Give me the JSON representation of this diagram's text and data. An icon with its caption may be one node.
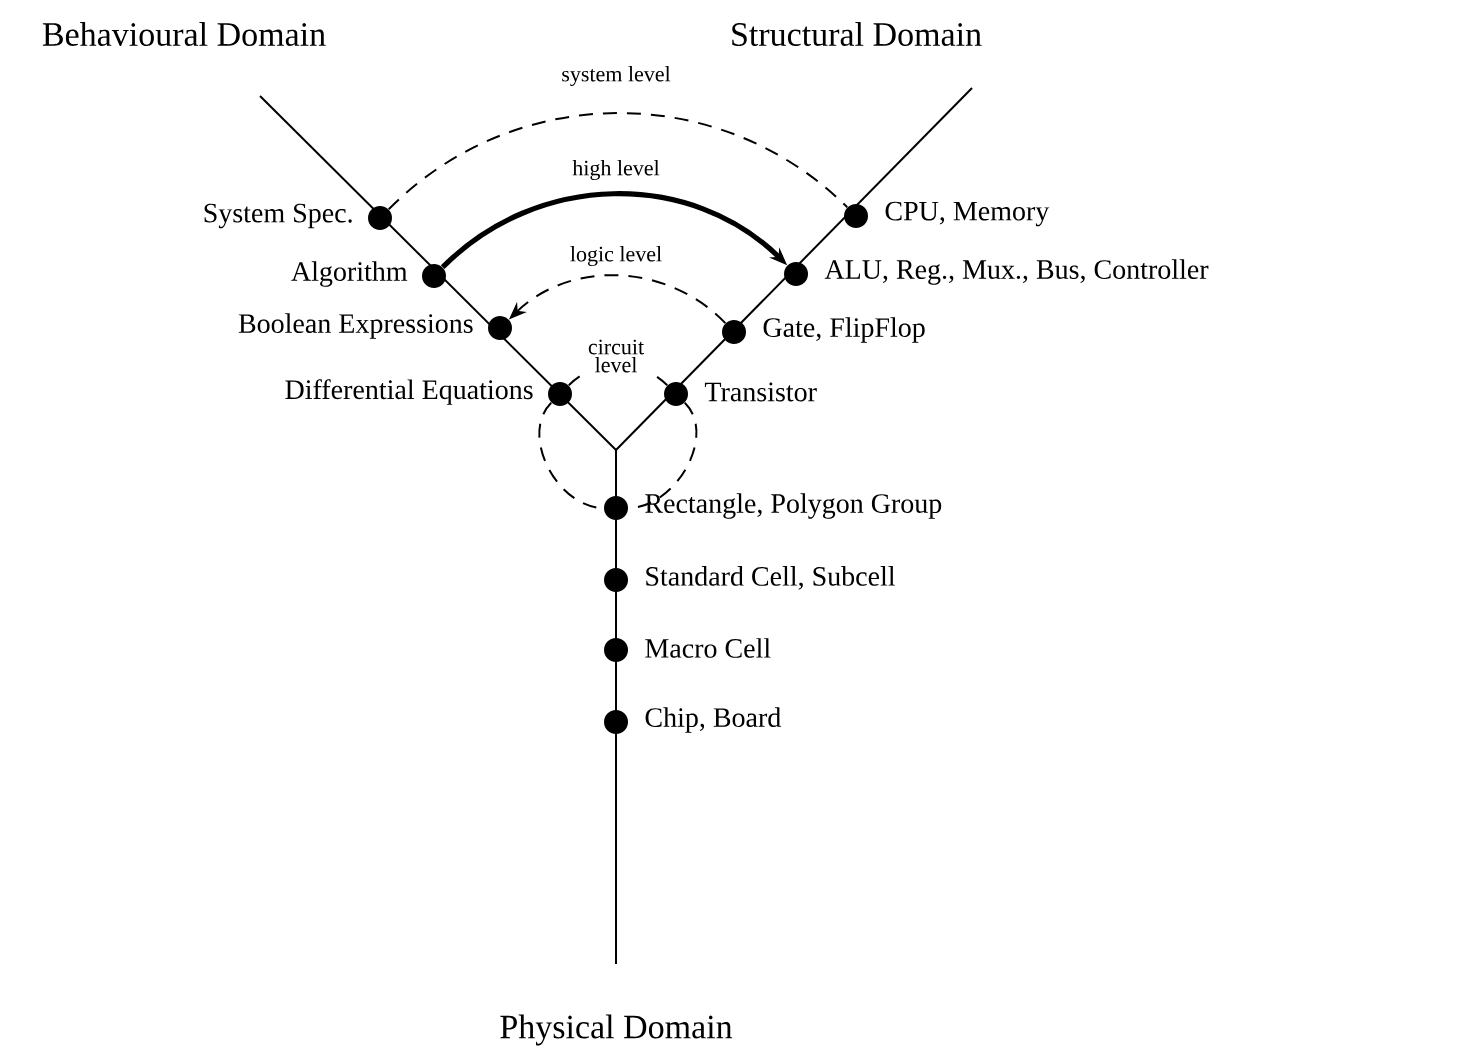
{
  "diagram": {
    "nodes": [
      {
        "text": [],
        "shape": "circle",
        "beside": [
          "System Spec."
        ]
      },
      {
        "text": [],
        "shape": "circle",
        "beside": [
          "CPU, Memory"
        ]
      },
      {
        "text": [],
        "shape": "circle",
        "beside": [
          "Algorithm"
        ]
      },
      {
        "text": [],
        "shape": "circle",
        "beside": [
          "ALU, Reg., Mux., Bus, Controller"
        ]
      },
      {
        "text": [],
        "shape": "circle",
        "beside": [
          "Boolean Expressions"
        ]
      },
      {
        "text": [],
        "shape": "circle",
        "beside": [
          "Gate, FlipFlop"
        ]
      },
      {
        "text": [],
        "shape": "circle",
        "beside": [
          "Differential Equations"
        ]
      },
      {
        "text": [],
        "shape": "circle",
        "beside": [
          "Transistor"
        ]
      },
      {
        "text": [],
        "shape": "circle",
        "beside": [
          "Rectangle, Polygon Group"
        ]
      },
      {
        "text": [],
        "shape": "circle",
        "beside": [
          "Standard Cell, Subcell"
        ]
      },
      {
        "text": [],
        "shape": "circle",
        "beside": [
          "Macro Cell"
        ]
      },
      {
        "text": [],
        "shape": "circle",
        "beside": [
          "Chip, Board"
        ]
      }
    ],
    "edges": [
      {
        "from": 0,
        "to": 1,
        "arrow": "none",
        "style": "dashed",
        "label": "system level"
      },
      {
        "from": 2,
        "to": 3,
        "arrow": "to",
        "style": "thick",
        "label": "high level"
      },
      {
        "from": 5,
        "to": 4,
        "arrow": "to",
        "style": "dashed",
        "label": "logic level"
      },
      {
        "from": 6,
        "to": 7,
        "arrow": "none",
        "style": "dashed",
        "label": "circuit level"
      },
      {
        "from": 6,
        "to": 8,
        "arrow": "none",
        "style": "dashed"
      },
      {
        "from": 7,
        "to": 8,
        "arrow": "none",
        "style": "dashed"
      }
    ],
    "labels": [
      "Behavioural Domain",
      "Structural Domain",
      "Physical Domain"
    ]
  }
}
